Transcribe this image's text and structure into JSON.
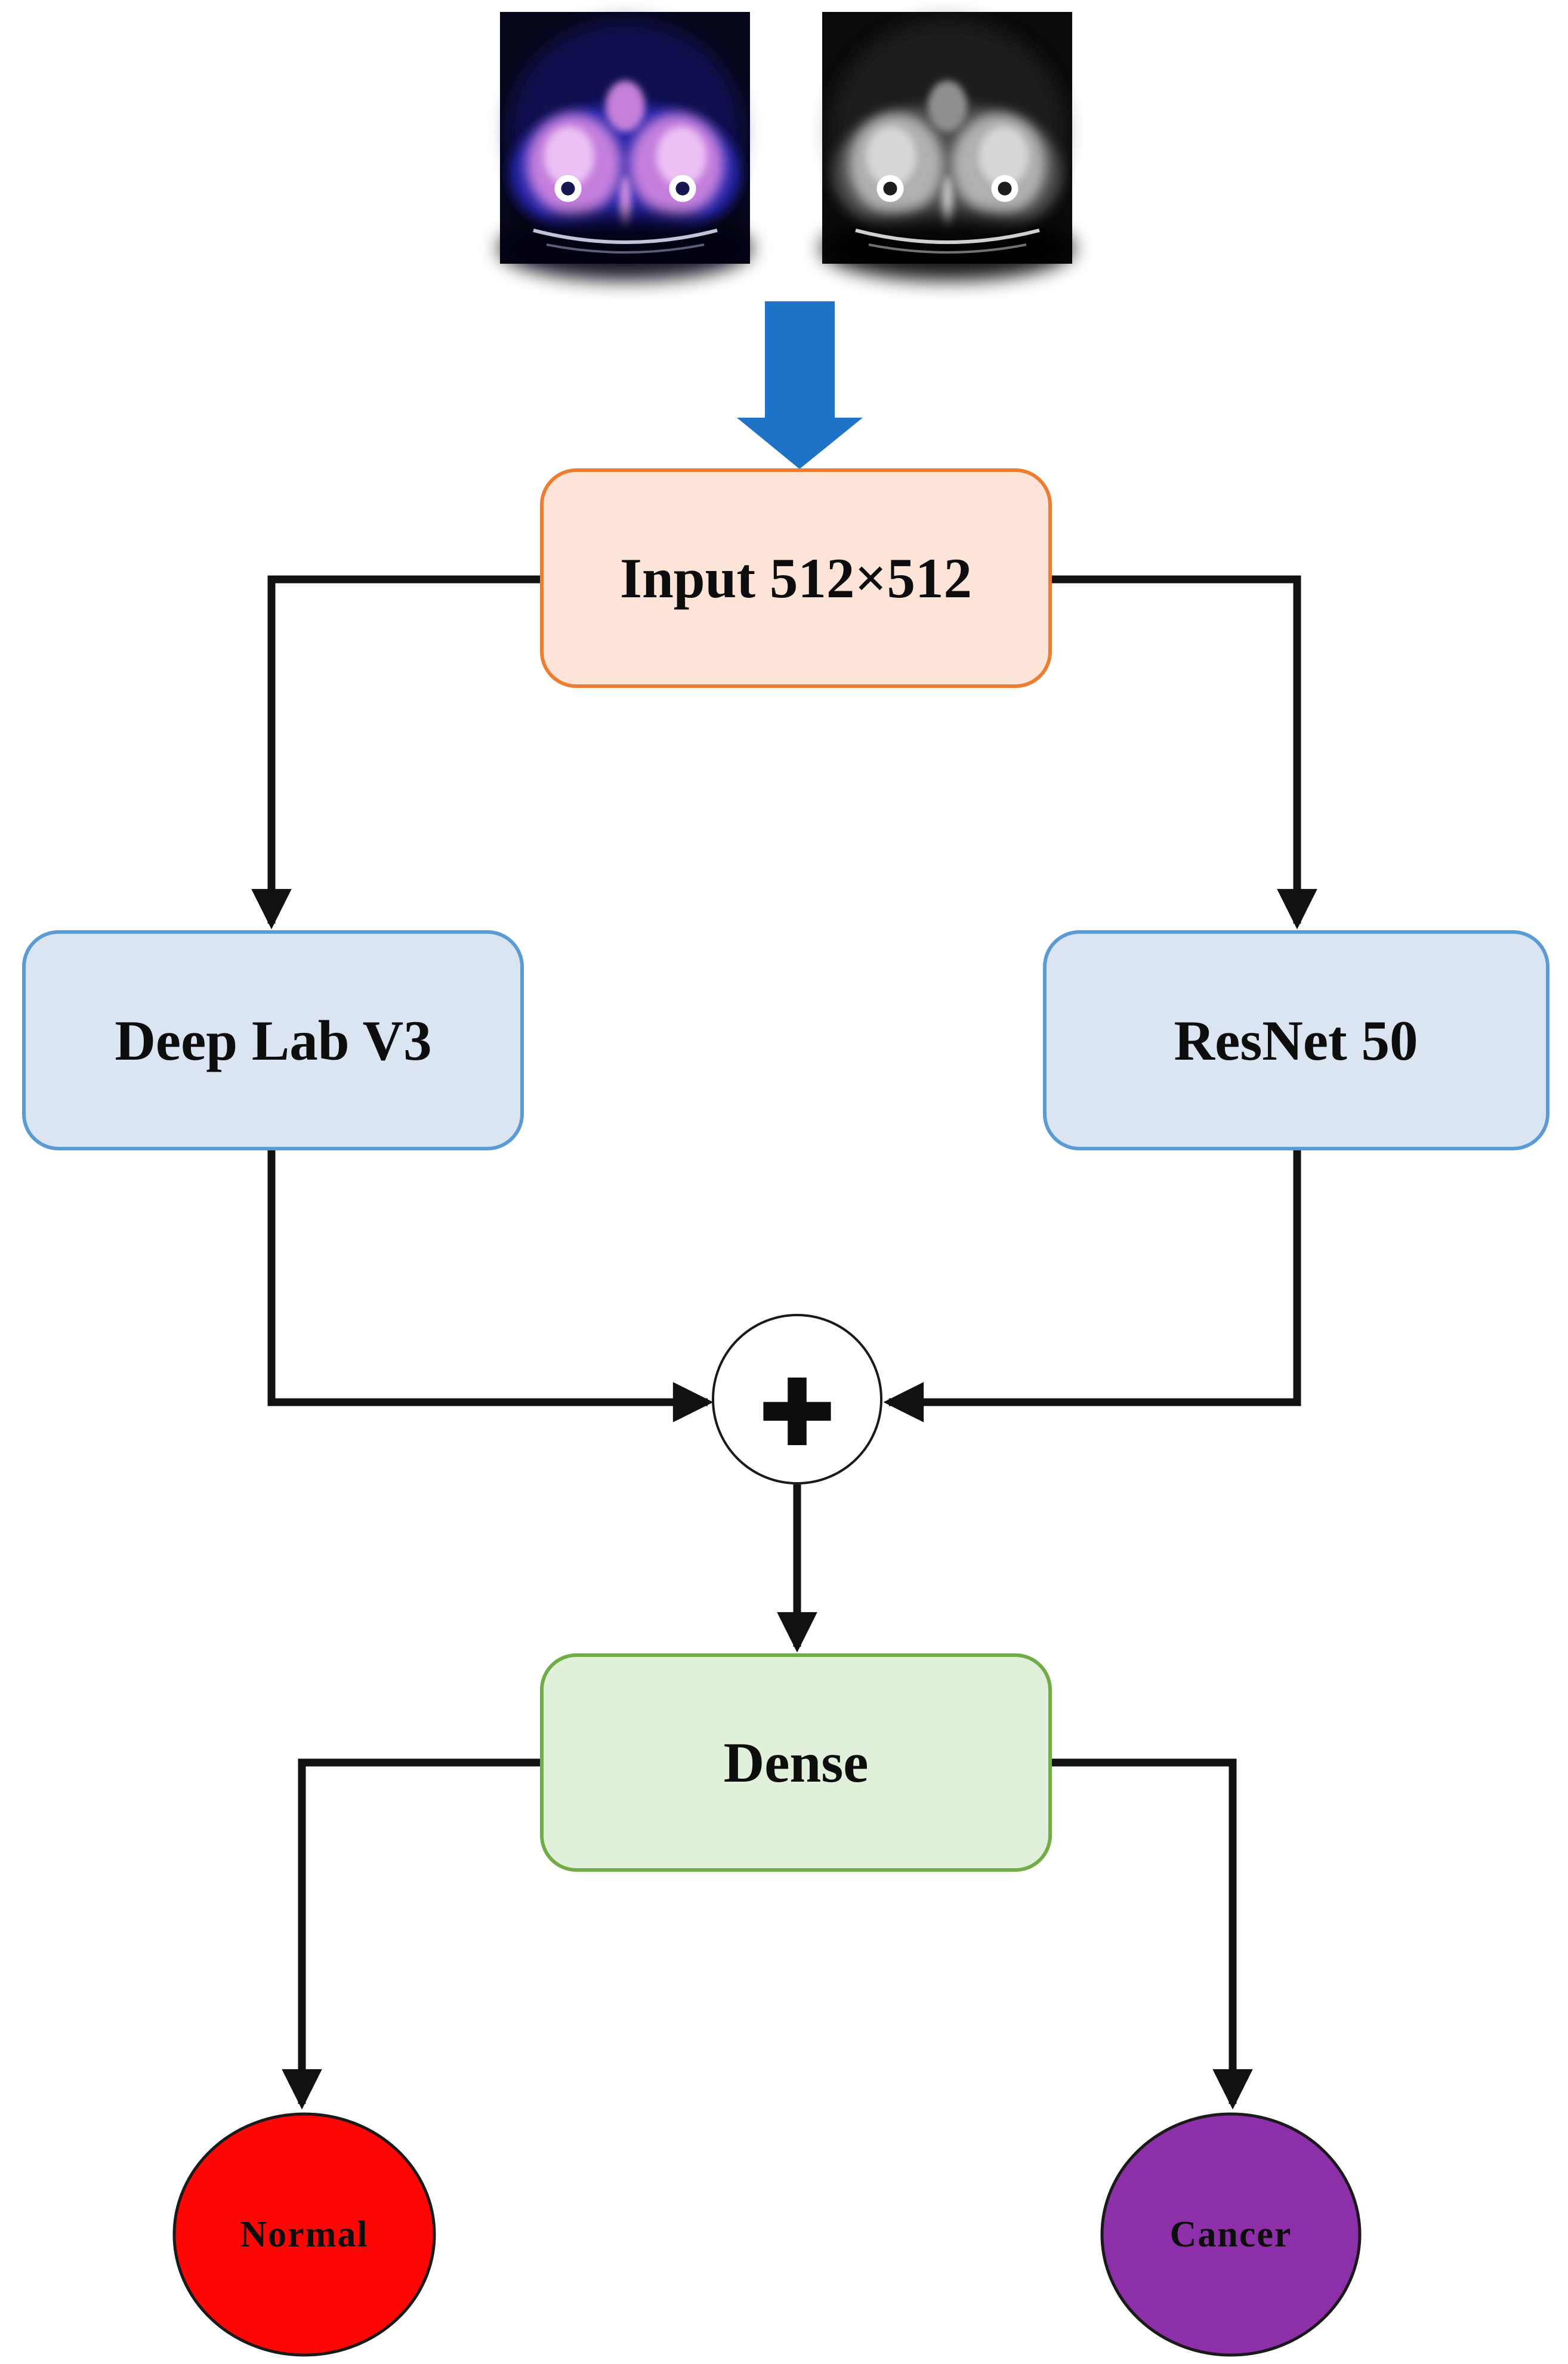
{
  "figure": {
    "background": "#ffffff",
    "connector_color": "#111111",
    "down_arrow_color": "#1E73C6",
    "input_images": {
      "left_name": "ct-axial-slice-color",
      "right_name": "ct-axial-slice-grayscale"
    },
    "nodes": {
      "input": {
        "label": "Input 512×512",
        "fill": "#FCE5D8",
        "stroke": "#ED7D31",
        "shape": "rounded-rect"
      },
      "deeplab": {
        "label": "Deep Lab V3",
        "fill": "#DBE5F1",
        "stroke": "#5B9BD5",
        "shape": "rounded-rect"
      },
      "resnet": {
        "label": "ResNet 50",
        "fill": "#DBE5F1",
        "stroke": "#5B9BD5",
        "shape": "rounded-rect"
      },
      "merge": {
        "label": "+",
        "fill": "#FFFFFF",
        "stroke": "#1A1A1A",
        "shape": "circle"
      },
      "dense": {
        "label": "Dense",
        "fill": "#E1F0DA",
        "stroke": "#70AD47",
        "shape": "rounded-rect"
      },
      "normal": {
        "label": "Normal",
        "fill": "#FE0606",
        "stroke": "#1A1A1A",
        "shape": "circle"
      },
      "cancer": {
        "label": "Cancer",
        "fill": "#8C2FA8",
        "stroke": "#1A1A1A",
        "shape": "circle"
      }
    },
    "edges": [
      {
        "from": "ct-images",
        "to": "input"
      },
      {
        "from": "input",
        "to": "deeplab"
      },
      {
        "from": "input",
        "to": "resnet"
      },
      {
        "from": "deeplab",
        "to": "merge"
      },
      {
        "from": "resnet",
        "to": "merge"
      },
      {
        "from": "merge",
        "to": "dense"
      },
      {
        "from": "dense",
        "to": "normal"
      },
      {
        "from": "dense",
        "to": "cancer"
      }
    ]
  }
}
